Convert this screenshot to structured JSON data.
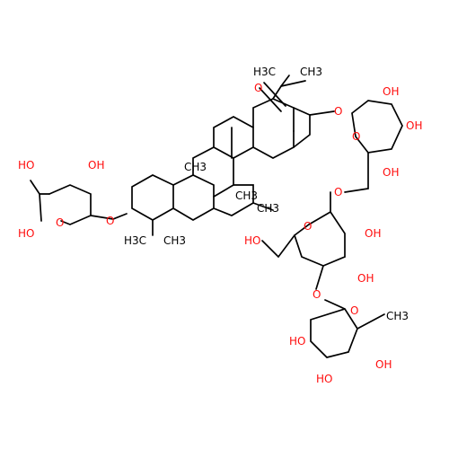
{
  "colors": {
    "bond": "#000000",
    "oxygen": "#ff0d0d",
    "background": "#ffffff"
  },
  "labels": {
    "a_oh3": "HO",
    "a_oh2": "OH",
    "a_oh4": "HO",
    "a_ring_o": "O",
    "a_link_o": "O",
    "me_10": "CH3",
    "me_8": "CH3",
    "me_14": "CH3",
    "me_4a": "H3C",
    "me_4b": "CH3",
    "me_20a": "H3C",
    "me_20b": "CH3",
    "ketone_o": "O",
    "c28_ester_o": "O",
    "g1_ring_o": "O",
    "g1_oh2": "OH",
    "g1_oh3": "OH",
    "g1_oh4": "OH",
    "g1_link_o": "O",
    "g2_ring_o": "O",
    "g2_ch2oh": "HO",
    "g2_oh2": "OH",
    "g2_oh3": "OH",
    "g2_link_o": "O",
    "r_ring_o": "O",
    "r_me": "CH3",
    "r_oh2": "HO",
    "r_oh3": "HO",
    "r_oh4": "OH"
  }
}
